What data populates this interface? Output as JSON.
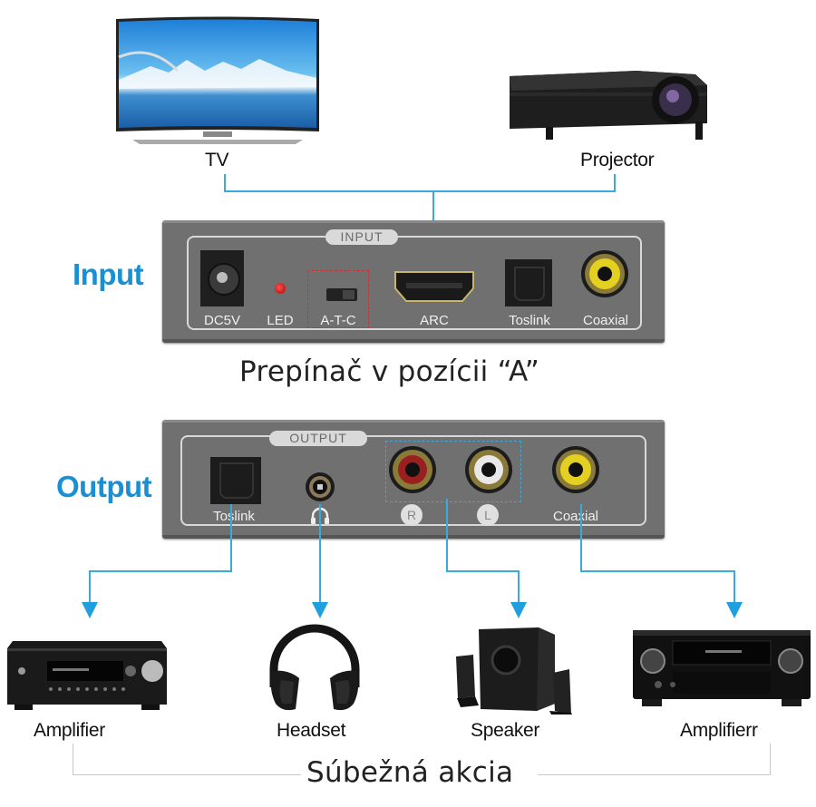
{
  "top_devices": [
    {
      "label": "TV",
      "icon": "curved-tv-icon"
    },
    {
      "label": "Projector",
      "icon": "projector-icon"
    }
  ],
  "input_panel": {
    "side_label": "Input",
    "tag": "INPUT",
    "ports": [
      {
        "label": "DC5V",
        "icon": "dc-power-jack-icon"
      },
      {
        "label": "LED",
        "icon": "led-indicator-icon"
      },
      {
        "label": "A-T-C",
        "icon": "selector-switch-icon"
      },
      {
        "label": "ARC",
        "icon": "hdmi-port-icon"
      },
      {
        "label": "Toslink",
        "icon": "optical-port-icon"
      },
      {
        "label": "Coaxial",
        "icon": "coaxial-rca-icon"
      }
    ],
    "caption": "Prepínač v pozícii “A”"
  },
  "output_panel": {
    "side_label": "Output",
    "tag": "OUTPUT",
    "ports": [
      {
        "label": "Toslink",
        "icon": "optical-port-icon"
      },
      {
        "label": "",
        "icon": "headphone-jack-icon"
      },
      {
        "label": "R",
        "icon": "rca-red-icon"
      },
      {
        "label": "L",
        "icon": "rca-white-icon"
      },
      {
        "label": "Coaxial",
        "icon": "coaxial-rca-icon"
      }
    ]
  },
  "bottom_devices": [
    {
      "label": "Amplifier",
      "icon": "av-receiver-icon"
    },
    {
      "label": "Headset",
      "icon": "headphones-icon"
    },
    {
      "label": "Speaker",
      "icon": "speaker-system-icon"
    },
    {
      "label": "Amplifierr",
      "icon": "av-receiver-icon"
    }
  ],
  "footer_caption": "Súbežná akcia",
  "colors": {
    "accent_blue": "#1a8fd4",
    "line_blue": "#3aa9dc",
    "panel_gray": "#707070"
  }
}
